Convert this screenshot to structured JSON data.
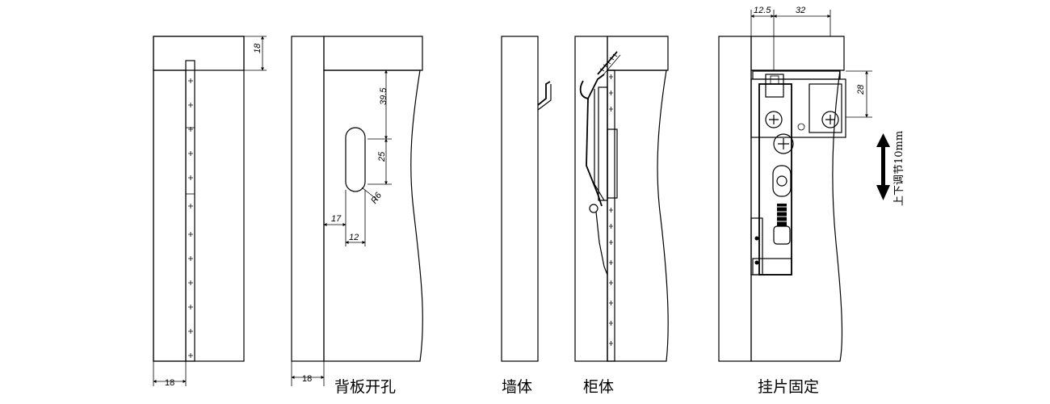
{
  "captions": {
    "back_panel_hole": "背板开孔",
    "wall": "墙体",
    "cabinet": "柜体",
    "hanger_fixing": "挂片固定",
    "adjust": "上下调节10mm"
  },
  "dimensions": {
    "panel1_top": "18",
    "panel1_bottom": "18",
    "panel2_bottom": "18",
    "hole_top": "39.5",
    "hole_height": "25",
    "hole_radius": "R6",
    "hole_left": "17",
    "hole_width": "12",
    "top_left": "12.5",
    "top_right": "32",
    "side_28": "28"
  }
}
